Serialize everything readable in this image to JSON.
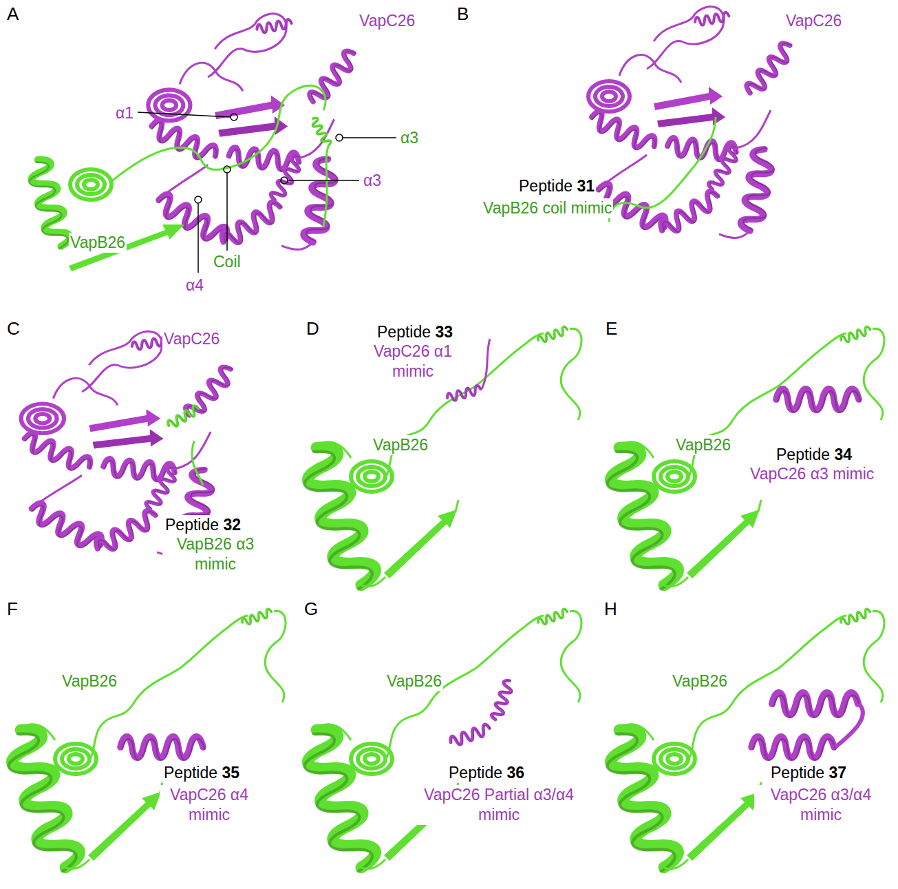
{
  "diagram": {
    "labels": [
      "A",
      "VapC26",
      "α1",
      "α3",
      "α3",
      "Coil",
      "α4",
      "VapB26",
      "B",
      "VapC26",
      "Peptide 31",
      "VapB26 coil mimic",
      "C",
      "VapC26",
      "Peptide 32",
      "VapB26 α3 mimic",
      "D",
      "Peptide 33",
      "VapC26 α1 mimic",
      "VapB26",
      "E",
      "VapB26",
      "Peptide 34",
      "VapC26 α3 mimic",
      "F",
      "VapB26",
      "Peptide 35",
      "VapC26 α4 mimic",
      "G",
      "VapB26",
      "Peptide 36",
      "VapC26 Partial α3/α4 mimic",
      "H",
      "VapB26",
      "Peptide 37",
      "VapC26 α3/α4 mimic"
    ]
  }
}
